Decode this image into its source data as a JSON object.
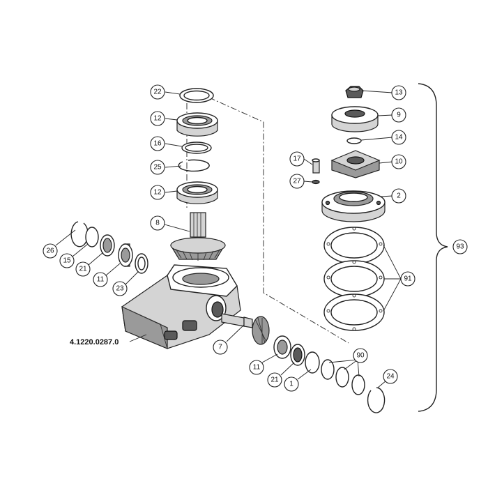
{
  "housing_part_number": "4.1220.0287.0",
  "callouts": {
    "c22": "22",
    "c12a": "12",
    "c16": "16",
    "c25": "25",
    "c12b": "12",
    "c8": "8",
    "c26": "26",
    "c15": "15",
    "c21a": "21",
    "c11a": "11",
    "c23": "23",
    "c7": "7",
    "c11b": "11",
    "c21b": "21",
    "c1": "1",
    "c90": "90",
    "c24": "24",
    "c13": "13",
    "c9": "9",
    "c14": "14",
    "c17": "17",
    "c10": "10",
    "c27": "27",
    "c2": "2",
    "c91": "91",
    "c93": "93"
  }
}
